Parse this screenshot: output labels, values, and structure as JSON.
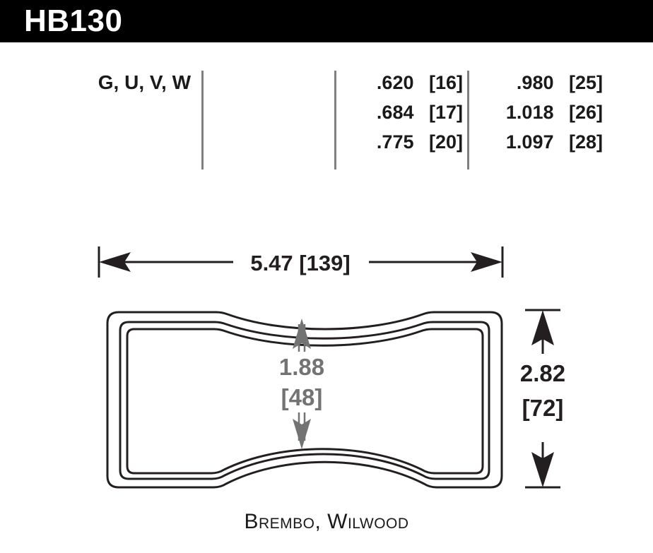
{
  "header": {
    "part_number": "HB130",
    "background_color": "#000000",
    "text_color": "#ffffff"
  },
  "spec_table": {
    "compound_label": "G, U, V, W",
    "divider_color": "#808080",
    "thickness_rows": [
      {
        "inch": ".620",
        "mm": "[16]"
      },
      {
        "inch": ".684",
        "mm": "[17]"
      },
      {
        "inch": ".775",
        "mm": "[20]"
      }
    ],
    "overall_rows": [
      {
        "inch": ".980",
        "mm": "[25]"
      },
      {
        "inch": "1.018",
        "mm": "[26]"
      },
      {
        "inch": "1.097",
        "mm": "[28]"
      }
    ]
  },
  "drawing": {
    "width_dimension": "5.47 [139]",
    "height_dimension_inch": "2.82",
    "height_dimension_mm": "[72]",
    "inner_dimension_inch": "1.88",
    "inner_dimension_mm": "[48]",
    "inner_dimension_color": "#737373",
    "outline_color": "#231f20"
  },
  "caption": {
    "applications": "Brembo, Wilwood"
  }
}
